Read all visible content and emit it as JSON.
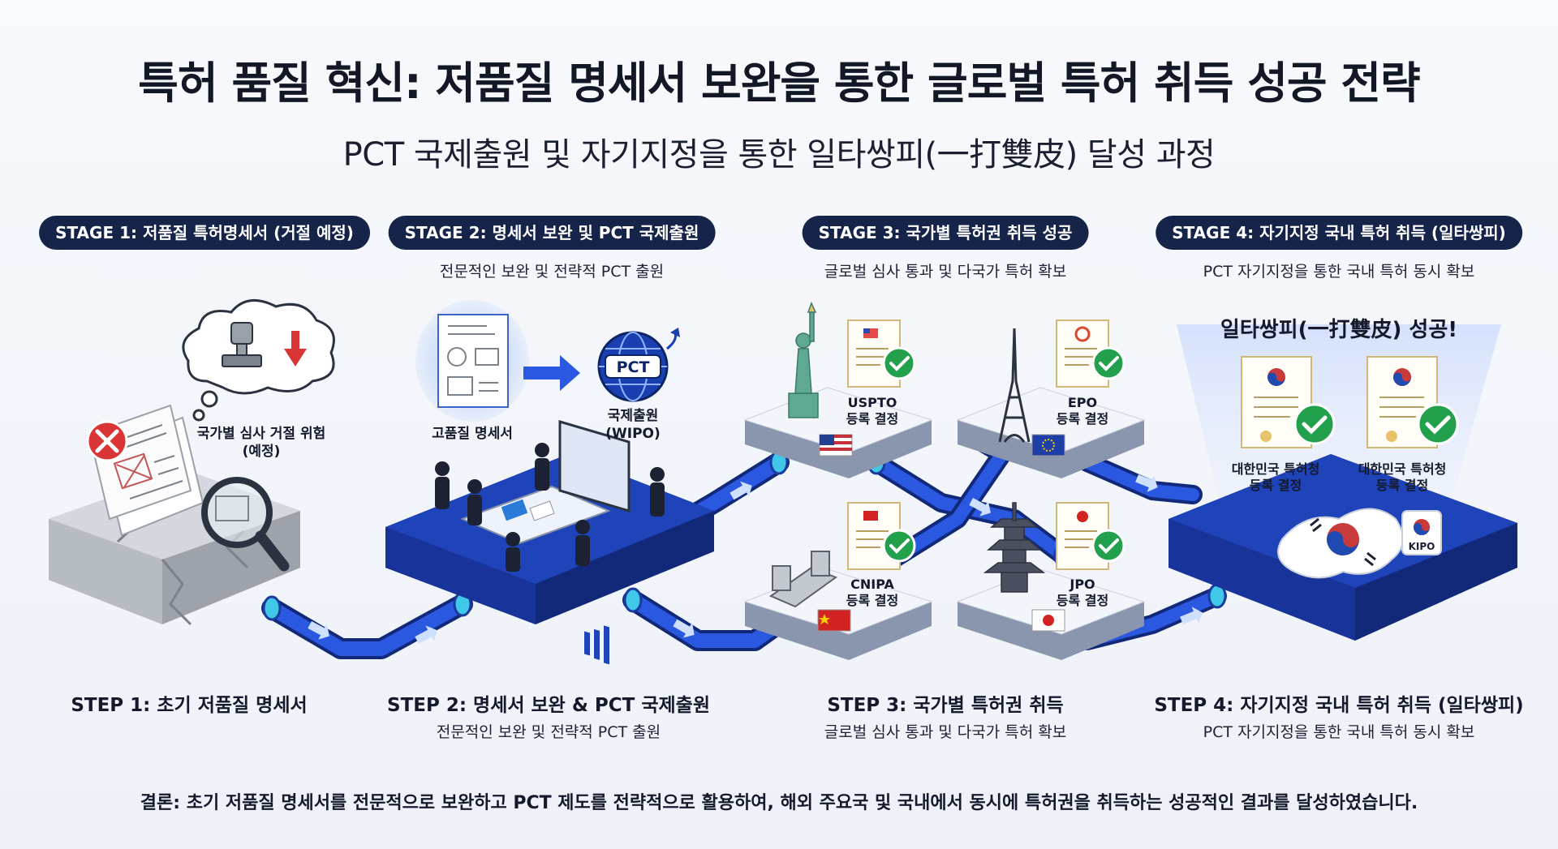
{
  "header": {
    "title": "특허 품질 혁신: 저품질 명세서 보완을 통한 글로벌 특허 취득 성공 전략",
    "subtitle": "PCT 국제출원 및 자기지정을 통한 일타쌍피(一打雙皮) 달성 과정"
  },
  "stages": [
    {
      "label": "STAGE 1: 저품질 특허명세서 (거절 예정)",
      "desc": ""
    },
    {
      "label": "STAGE 2: 명세서 보완 및 PCT 국제출원",
      "desc": "전문적인 보완 및 전략적 PCT 출원"
    },
    {
      "label": "STAGE 3: 국가별 특허권 취득 성공",
      "desc": "글로벌 심사 통과 및 다국가 특허 확보"
    },
    {
      "label": "STAGE 4: 자기지정 국내 특허 취득 (일타쌍피)",
      "desc": "PCT 자기지정을 통한 국내 특허 동시 확보"
    }
  ],
  "steps": [
    {
      "title": "STEP 1: 초기 저품질 명세서",
      "desc": ""
    },
    {
      "title": "STEP 2: 명세서 보완 & PCT 국제출원",
      "desc": "전문적인 보완 및 전략적 PCT 출원"
    },
    {
      "title": "STEP 3: 국가별 특허권 취득",
      "desc": "글로벌 심사 통과 및 다국가 특허 확보"
    },
    {
      "title": "STEP 4: 자기지정 국내 특허 취득 (일타쌍피)",
      "desc": "PCT 자기지정을 통한 국내 특허 동시 확보"
    }
  ],
  "stage1": {
    "risk_line1": "국가별 심사 거절 위험",
    "risk_line2": "(예정)"
  },
  "stage2": {
    "doc_label": "고품질 명세서",
    "pct_text": "PCT",
    "wipo_line1": "국제출원",
    "wipo_line2": "(WIPO)"
  },
  "offices": [
    {
      "name": "USPTO",
      "status": "등록 결정"
    },
    {
      "name": "EPO",
      "status": "등록 결정"
    },
    {
      "name": "CNIPA",
      "status": "등록 결정"
    },
    {
      "name": "JPO",
      "status": "등록 결정"
    }
  ],
  "stage4": {
    "success": "일타쌍피(一打雙皮) 성공!",
    "certs": [
      {
        "line1": "대한민국 특허청",
        "line2": "등록 결정"
      },
      {
        "line1": "대한민국 특허청",
        "line2": "등록 결정"
      }
    ],
    "kipo": "KIPO"
  },
  "conclusion": "결론: 초기 저품질 명세서를 전문적으로 보완하고 PCT 제도를 전략적으로 활용하여, 해외 주요국 및 국내에서 동시에 특허권을 취득하는 성공적인 결과를 달성하였습니다.",
  "colors": {
    "navy": "#16244a",
    "platform_blue": "#1f43b8",
    "platform_blue_side": "#12297a",
    "pipe": "#2450d6",
    "check_green": "#22a04b",
    "reject_red": "#d93535",
    "stone": "#c7cbd1"
  },
  "icons": [
    "stamp-icon",
    "down-arrow-icon",
    "reject-x-icon",
    "magnifier-icon",
    "globe-icon",
    "check-icon",
    "statue-of-liberty-icon",
    "eiffel-tower-icon",
    "great-wall-icon",
    "pagoda-icon",
    "us-flag-icon",
    "eu-flag-icon",
    "cn-flag-icon",
    "jp-flag-icon",
    "kr-emblem-icon",
    "korea-map-icon",
    "kipo-logo-icon"
  ]
}
